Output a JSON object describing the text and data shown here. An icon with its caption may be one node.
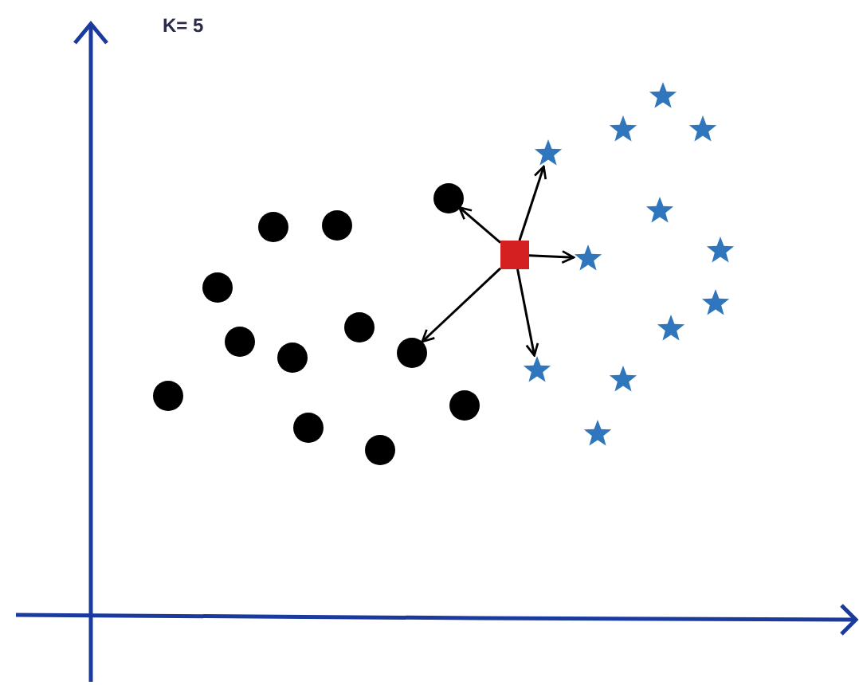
{
  "diagram": {
    "nodes": [
      {
        "text": [],
        "shape": "box"
      },
      {
        "text": [],
        "shape": "circle"
      },
      {
        "text": [],
        "shape": "circle"
      },
      {
        "text": [],
        "shape": "circle"
      },
      {
        "text": [],
        "shape": "circle"
      },
      {
        "text": [],
        "shape": "circle"
      },
      {
        "text": [],
        "shape": "circle"
      },
      {
        "text": [],
        "shape": "circle"
      },
      {
        "text": [],
        "shape": "circle"
      },
      {
        "text": [],
        "shape": "circle"
      },
      {
        "text": [],
        "shape": "circle"
      },
      {
        "text": [],
        "shape": "circle"
      },
      {
        "text": [],
        "shape": "circle"
      },
      {
        "text": [],
        "shape": "star"
      },
      {
        "text": [],
        "shape": "star"
      },
      {
        "text": [],
        "shape": "star"
      },
      {
        "text": [],
        "shape": "star"
      },
      {
        "text": [],
        "shape": "star"
      },
      {
        "text": [],
        "shape": "star"
      },
      {
        "text": [],
        "shape": "star"
      },
      {
        "text": [],
        "shape": "star"
      },
      {
        "text": [],
        "shape": "star"
      },
      {
        "text": [],
        "shape": "star"
      },
      {
        "text": [],
        "shape": "star"
      },
      {
        "text": [],
        "shape": "star"
      }
    ],
    "edges": [
      {
        "from": 0,
        "to": 1,
        "arrow": "to"
      },
      {
        "from": 0,
        "to": 8,
        "arrow": "to"
      },
      {
        "from": 0,
        "to": 16,
        "arrow": "to"
      },
      {
        "from": 0,
        "to": 18,
        "arrow": "to"
      },
      {
        "from": 0,
        "to": 22,
        "arrow": "to"
      }
    ],
    "labels": [
      "K= 5"
    ]
  }
}
